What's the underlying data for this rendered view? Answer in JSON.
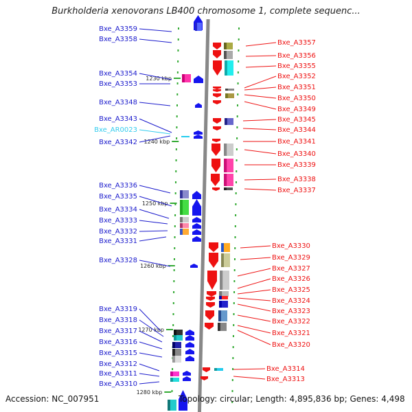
{
  "title": "Burkholderia xenovorans LB400 chromosome 1, complete sequenc...",
  "footer": {
    "accession": "Accession: NC_007951",
    "topology": "Topology: circular; Length: 4,895,836 bp; Genes: 4,498"
  },
  "colors": {
    "left_label": "#1a1acc",
    "left_label_alt": "#33ccee",
    "right_label": "#ee1111",
    "backbone": "#888888",
    "tick": "#33aa33"
  },
  "kbp_marks": [
    "1230 kbp",
    "1240 kbp",
    "1250 kbp",
    "1260 kbp",
    "1270 kbp",
    "1280 kbp"
  ],
  "left_genes": [
    {
      "name": "Bxe_A3359"
    },
    {
      "name": "Bxe_A3358"
    },
    {
      "name": "Bxe_A3354"
    },
    {
      "name": "Bxe_A3353"
    },
    {
      "name": "Bxe_A3348"
    },
    {
      "name": "Bxe_A3343"
    },
    {
      "name": "Bxe_AR0023"
    },
    {
      "name": "Bxe_A3342"
    },
    {
      "name": "Bxe_A3336"
    },
    {
      "name": "Bxe_A3335"
    },
    {
      "name": "Bxe_A3334"
    },
    {
      "name": "Bxe_A3333"
    },
    {
      "name": "Bxe_A3332"
    },
    {
      "name": "Bxe_A3331"
    },
    {
      "name": "Bxe_A3328"
    },
    {
      "name": "Bxe_A3319"
    },
    {
      "name": "Bxe_A3318"
    },
    {
      "name": "Bxe_A3317"
    },
    {
      "name": "Bxe_A3316"
    },
    {
      "name": "Bxe_A3315"
    },
    {
      "name": "Bxe_A3312"
    },
    {
      "name": "Bxe_A3311"
    },
    {
      "name": "Bxe_A3310"
    }
  ],
  "right_genes": [
    {
      "name": "Bxe_A3357"
    },
    {
      "name": "Bxe_A3356"
    },
    {
      "name": "Bxe_A3355"
    },
    {
      "name": "Bxe_A3352"
    },
    {
      "name": "Bxe_A3351"
    },
    {
      "name": "Bxe_A3350"
    },
    {
      "name": "Bxe_A3349"
    },
    {
      "name": "Bxe_A3345"
    },
    {
      "name": "Bxe_A3344"
    },
    {
      "name": "Bxe_A3341"
    },
    {
      "name": "Bxe_A3340"
    },
    {
      "name": "Bxe_A3339"
    },
    {
      "name": "Bxe_A3338"
    },
    {
      "name": "Bxe_A3337"
    },
    {
      "name": "Bxe_A3330"
    },
    {
      "name": "Bxe_A3329"
    },
    {
      "name": "Bxe_A3327"
    },
    {
      "name": "Bxe_A3326"
    },
    {
      "name": "Bxe_A3325"
    },
    {
      "name": "Bxe_A3324"
    },
    {
      "name": "Bxe_A3323"
    },
    {
      "name": "Bxe_A3322"
    },
    {
      "name": "Bxe_A3321"
    },
    {
      "name": "Bxe_A3320"
    },
    {
      "name": "Bxe_A3314"
    },
    {
      "name": "Bxe_A3313"
    }
  ]
}
